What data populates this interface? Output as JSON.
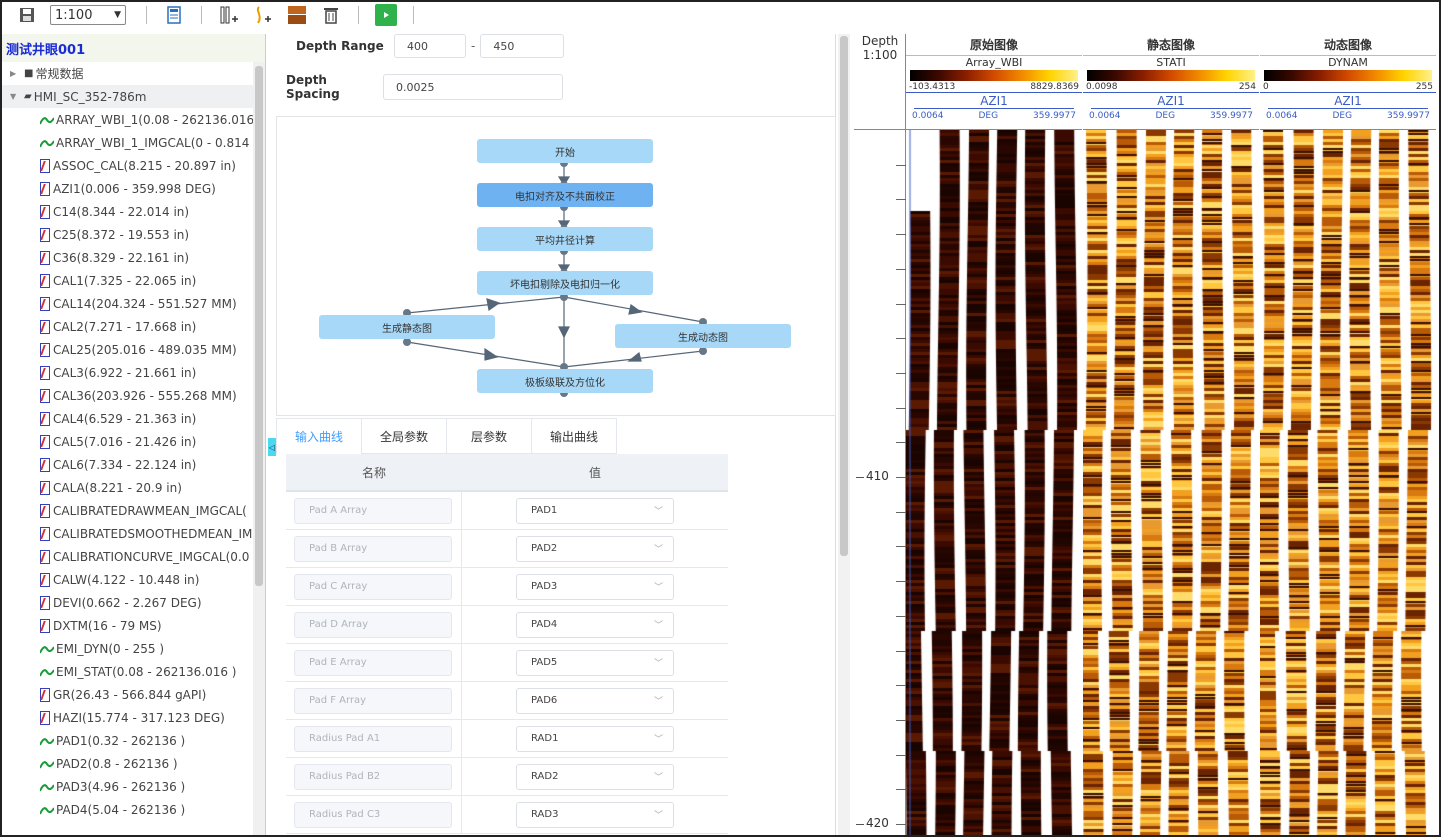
{
  "toolbar": {
    "scale": "1:100",
    "icons": [
      "save-icon",
      "document-icon",
      "add-track-icon",
      "add-curve-icon",
      "fill-icon",
      "delete-icon",
      "run-icon"
    ]
  },
  "tree": {
    "title": "测试井眼001",
    "groups": [
      {
        "label": "常规数据",
        "expanded": false
      },
      {
        "label": "HMI_SC_352-786m",
        "expanded": true
      }
    ],
    "items": [
      {
        "icon": "wave",
        "label": "ARRAY_WBI_1(0.08 - 262136.016 )"
      },
      {
        "icon": "wave",
        "label": "ARRAY_WBI_1_IMGCAL(0 - 0.814 )"
      },
      {
        "icon": "curve",
        "label": "ASSOC_CAL(8.215 - 20.897 in)"
      },
      {
        "icon": "curve",
        "label": "AZI1(0.006 - 359.998 DEG)"
      },
      {
        "icon": "curve",
        "label": "C14(8.344 - 22.014 in)"
      },
      {
        "icon": "curve",
        "label": "C25(8.372 - 19.553 in)"
      },
      {
        "icon": "curve",
        "label": "C36(8.329 - 22.161 in)"
      },
      {
        "icon": "curve",
        "label": "CAL1(7.325 - 22.065 in)"
      },
      {
        "icon": "curve",
        "label": "CAL14(204.324 - 551.527 MM)"
      },
      {
        "icon": "curve",
        "label": "CAL2(7.271 - 17.668 in)"
      },
      {
        "icon": "curve",
        "label": "CAL25(205.016 - 489.035 MM)"
      },
      {
        "icon": "curve",
        "label": "CAL3(6.922 - 21.661 in)"
      },
      {
        "icon": "curve",
        "label": "CAL36(203.926 - 555.268 MM)"
      },
      {
        "icon": "curve",
        "label": "CAL4(6.529 - 21.363 in)"
      },
      {
        "icon": "curve",
        "label": "CAL5(7.016 - 21.426 in)"
      },
      {
        "icon": "curve",
        "label": "CAL6(7.334 - 22.124 in)"
      },
      {
        "icon": "curve",
        "label": "CALA(8.221 - 20.9 in)"
      },
      {
        "icon": "curve",
        "label": "CALIBRATEDRAWMEAN_IMGCAL("
      },
      {
        "icon": "curve",
        "label": "CALIBRATEDSMOOTHEDMEAN_IM"
      },
      {
        "icon": "curve",
        "label": "CALIBRATIONCURVE_IMGCAL(0.0"
      },
      {
        "icon": "curve",
        "label": "CALW(4.122 - 10.448 in)"
      },
      {
        "icon": "curve",
        "label": "DEVI(0.662 - 2.267 DEG)"
      },
      {
        "icon": "curve",
        "label": "DXTM(16 - 79 MS)"
      },
      {
        "icon": "wave",
        "label": "EMI_DYN(0 - 255 )"
      },
      {
        "icon": "wave",
        "label": "EMI_STAT(0.08 - 262136.016 )"
      },
      {
        "icon": "curve",
        "label": "GR(26.43 - 566.844 gAPI)"
      },
      {
        "icon": "curve",
        "label": "HAZI(15.774 - 317.123 DEG)"
      },
      {
        "icon": "wave",
        "label": "PAD1(0.32 - 262136 )"
      },
      {
        "icon": "wave",
        "label": "PAD2(0.8 - 262136 )"
      },
      {
        "icon": "wave",
        "label": "PAD3(4.96 - 262136 )"
      },
      {
        "icon": "wave",
        "label": "PAD4(5.04 - 262136 )"
      }
    ]
  },
  "params": {
    "depth_range_label": "Depth Range",
    "depth_from": "400",
    "depth_sep": "-",
    "depth_to": "450",
    "depth_spacing_label": "Depth Spacing",
    "depth_spacing": "0.0025"
  },
  "flow": {
    "start": "开始",
    "step1": "电扣对齐及不共面校正",
    "step2": "平均井径计算",
    "step3": "坏电扣剔除及电扣归一化",
    "static": "生成静态图",
    "dynamic": "生成动态图",
    "final": "极板级联及方位化"
  },
  "tabs": [
    "输入曲线",
    "全局参数",
    "层参数",
    "输出曲线"
  ],
  "table": {
    "col_name": "名称",
    "col_value": "值",
    "rows": [
      {
        "name": "Pad A Array",
        "value": "PAD1"
      },
      {
        "name": "Pad B Array",
        "value": "PAD2"
      },
      {
        "name": "Pad C Array",
        "value": "PAD3"
      },
      {
        "name": "Pad D Array",
        "value": "PAD4"
      },
      {
        "name": "Pad E Array",
        "value": "PAD5"
      },
      {
        "name": "Pad F Array",
        "value": "PAD6"
      },
      {
        "name": "Radius Pad A1",
        "value": "RAD1"
      },
      {
        "name": "Radius Pad B2",
        "value": "RAD2"
      },
      {
        "name": "Radius Pad C3",
        "value": "RAD3"
      }
    ]
  },
  "log": {
    "depth_title": "Depth",
    "depth_scale": "1:100",
    "depth_labels": [
      "410",
      "420"
    ],
    "tracks": [
      {
        "title": "原始图像",
        "name": "Array_WBI",
        "min": "-103.4313",
        "max": "8829.8369",
        "azi": "AZI1",
        "azi_min": "0.0064",
        "azi_unit": "DEG",
        "azi_max": "359.9977",
        "palette": "dark"
      },
      {
        "title": "静态图像",
        "name": "STATI",
        "min": "0.0098",
        "max": "254",
        "azi": "AZI1",
        "azi_min": "0.0064",
        "azi_unit": "DEG",
        "azi_max": "359.9977",
        "palette": "bright"
      },
      {
        "title": "动态图像",
        "name": "DYNAM",
        "min": "0",
        "max": "255",
        "azi": "AZI1",
        "azi_min": "0.0064",
        "azi_unit": "DEG",
        "azi_max": "359.9977",
        "palette": "bright"
      }
    ]
  }
}
